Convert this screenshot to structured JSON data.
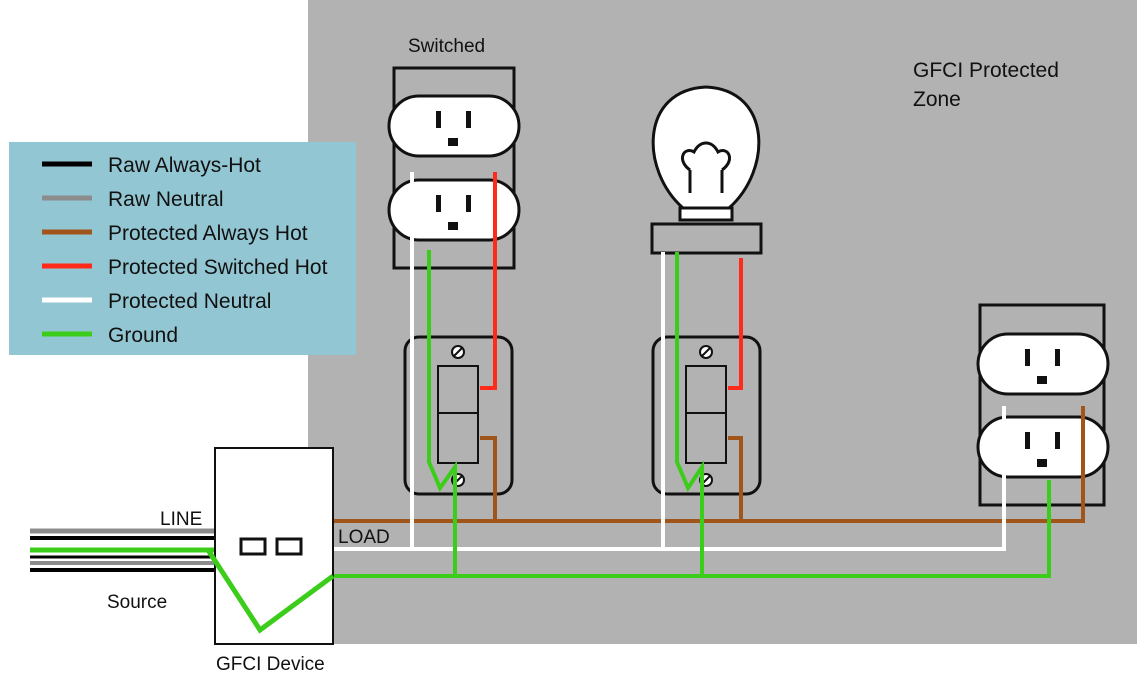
{
  "labels": {
    "switched": "Switched",
    "zone_line1": "GFCI Protected",
    "zone_line2": "Zone",
    "line": "LINE",
    "load": "LOAD",
    "source": "Source",
    "device": "GFCI Device"
  },
  "legend": {
    "background": "#93c6d3",
    "items": [
      {
        "label": "Raw Always-Hot",
        "color": "#000000"
      },
      {
        "label": "Raw Neutral",
        "color": "#8c8c8c"
      },
      {
        "label": "Protected Always Hot",
        "color": "#a0561a"
      },
      {
        "label": "Protected Switched Hot",
        "color": "#ff2a1a"
      },
      {
        "label": "Protected Neutral",
        "color": "#ffffff"
      },
      {
        "label": "Ground",
        "color": "#3ccc1a"
      }
    ]
  },
  "colors": {
    "zone": "#b2b2b2",
    "raw_hot": "#000000",
    "raw_neutral": "#8c8c8c",
    "protected_hot": "#a0561a",
    "switched_hot": "#ff2a1a",
    "protected_neutral": "#ffffff",
    "ground": "#3ccc1a"
  },
  "icons": [
    "duplex-outlet-icon",
    "light-bulb-icon",
    "wall-switch-icon",
    "gfci-device-icon"
  ]
}
